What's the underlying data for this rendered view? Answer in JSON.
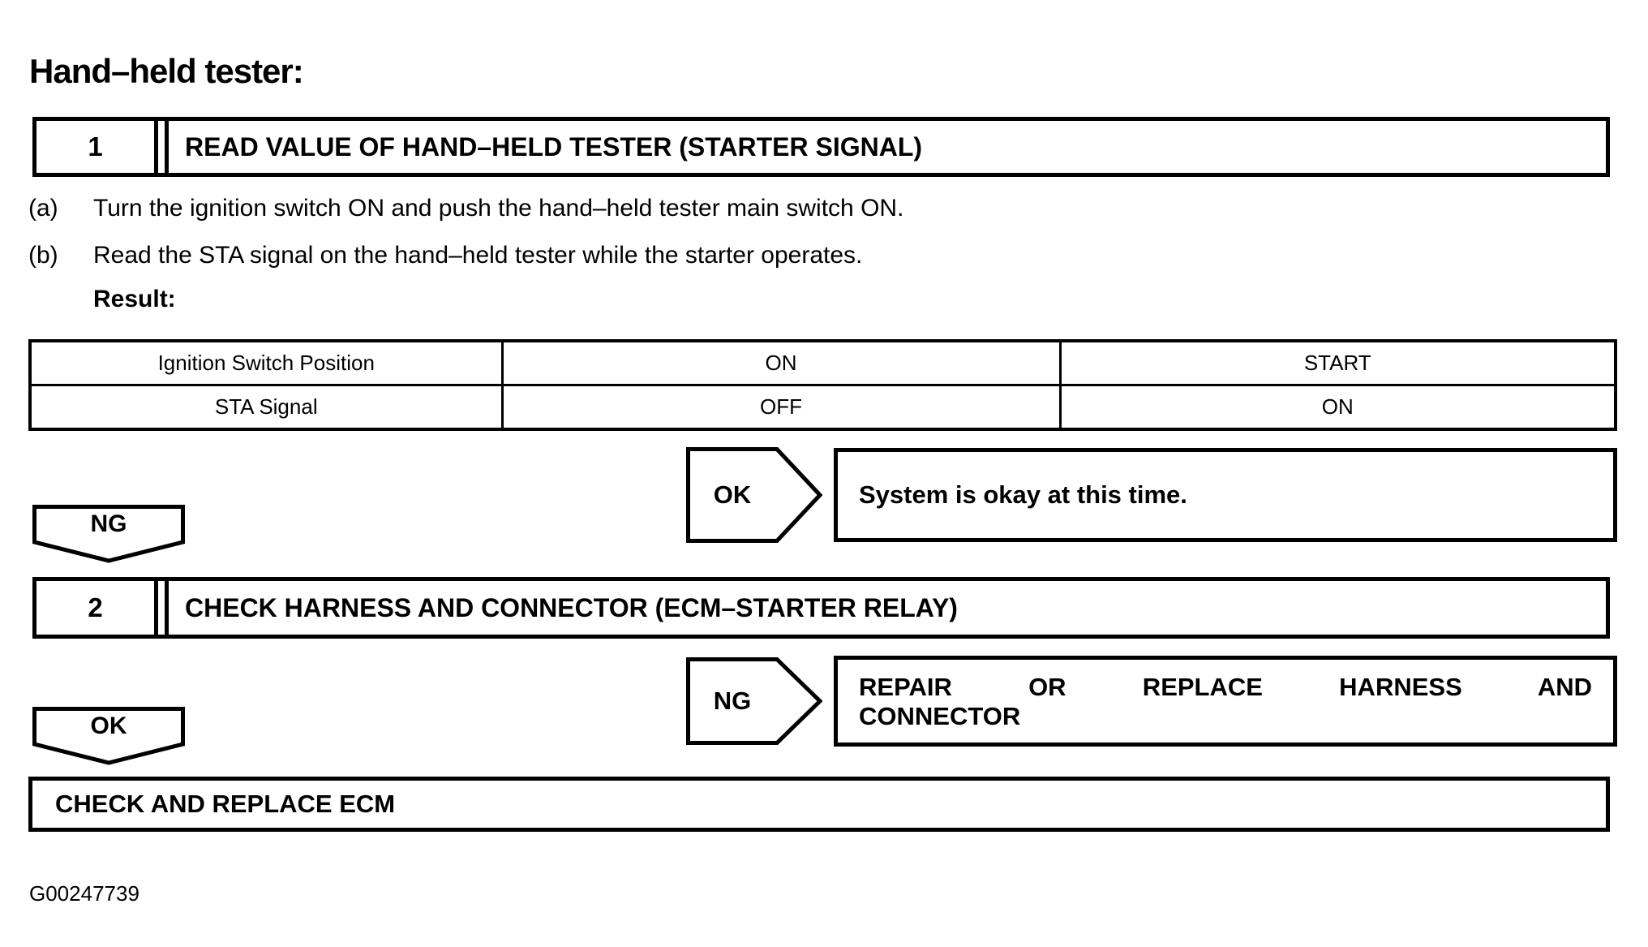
{
  "title": "Hand–held tester:",
  "figure_id": "G00247739",
  "steps": [
    {
      "number": "1",
      "title": "READ VALUE OF HAND–HELD TESTER (STARTER SIGNAL)"
    },
    {
      "number": "2",
      "title": "CHECK HARNESS AND CONNECTOR (ECM–STARTER RELAY)"
    }
  ],
  "instructions": [
    {
      "marker": "(a)",
      "text": "Turn the ignition switch ON and push the hand–held tester main switch ON."
    },
    {
      "marker": "(b)",
      "text": "Read the STA signal on the hand–held tester while the starter operates."
    }
  ],
  "result_label": "Result:",
  "result_table": {
    "rows": [
      [
        "Ignition Switch Position",
        "ON",
        "START"
      ],
      [
        "STA Signal",
        "OFF",
        "ON"
      ]
    ]
  },
  "branches": {
    "ok_outcome": {
      "tag": "OK",
      "text": "System is okay at this time."
    },
    "ng_flow_tag": "NG",
    "ng_outcome": {
      "tag": "NG",
      "text_line1": "REPAIR OR REPLACE HARNESS AND",
      "text_line2": "CONNECTOR"
    },
    "ok_flow_tag": "OK"
  },
  "final_action": "CHECK AND REPLACE ECM",
  "colors": {
    "ink": "#000000",
    "paper": "#ffffff"
  }
}
